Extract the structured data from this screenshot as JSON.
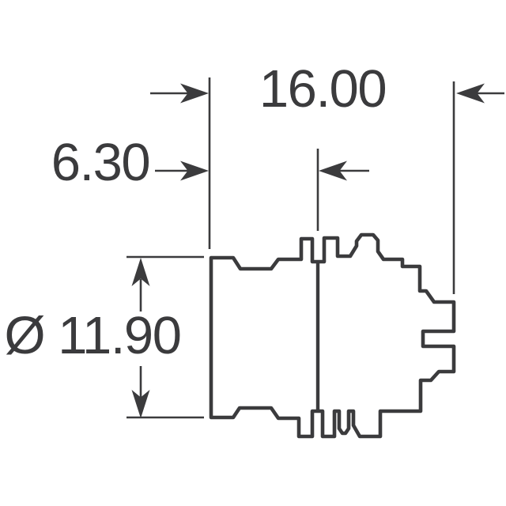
{
  "drawing": {
    "description": "dimensioned side-view technical drawing of component",
    "labels": {
      "overall_width": "16.00",
      "bushing_length": "6.30",
      "diameter": "Ø 11.90"
    },
    "colors": {
      "line": "#3b3b3d",
      "background": "#ffffff"
    }
  }
}
